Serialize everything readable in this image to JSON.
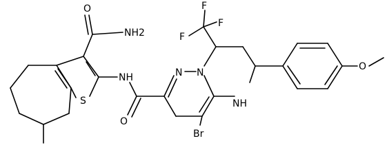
{
  "molecule": {
    "labels": {
      "amide_o": "O",
      "amide_nh2": "NH2",
      "nh_link": "NH",
      "thiophene_s": "S",
      "carbonyl_o": "O",
      "f_top": "F",
      "f_left": "F",
      "f_right": "F",
      "pyrazole_n": "N",
      "bridge_n": "N",
      "ring_nh": "NH",
      "bromo": "Br",
      "methoxy_o": "O"
    }
  }
}
